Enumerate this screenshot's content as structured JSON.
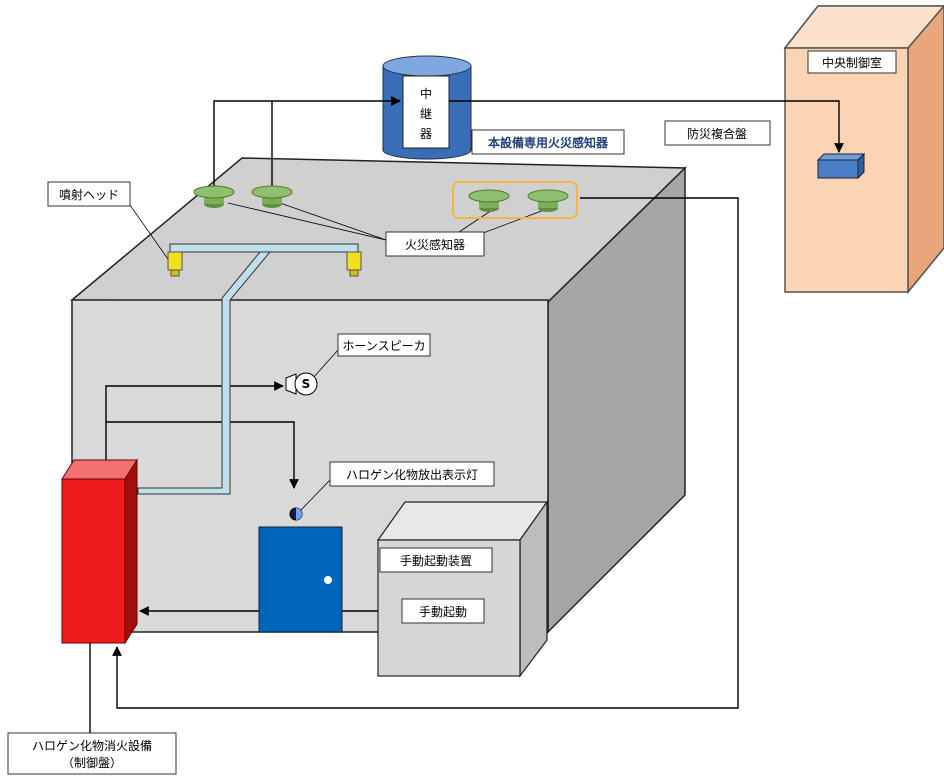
{
  "labels": {
    "relay": [
      "中",
      "継",
      "器"
    ],
    "dedicated_detector": "本設備専用火災感知器",
    "central_control_room": "中央制御室",
    "disaster_panel": "防災複合盤",
    "spray_head": "噴射ヘッド",
    "fire_detector": "火災感知器",
    "horn_speaker": "ホーンスピーカ",
    "horn_mark": "S",
    "discharge_lamp": "ハロゲン化物放出表示灯",
    "manual_device": "手動起動装置",
    "manual_start": "手動起動",
    "control_panel_line1": "ハロゲン化物消火設備",
    "control_panel_line2": "（制御盤）"
  },
  "colors": {
    "room_front": "#d9d9d9",
    "room_top": "#d0d0d0",
    "room_side": "#a6a6a6",
    "control_panel": "#ee1c1c",
    "door": "#0066bb",
    "relay": "#3f6fb0",
    "detector": "#8fbf6f",
    "pipe": "#bfe0ea",
    "head": "#f0e020",
    "central_room": "#fbd3b5",
    "highlight": "#f0b840"
  }
}
